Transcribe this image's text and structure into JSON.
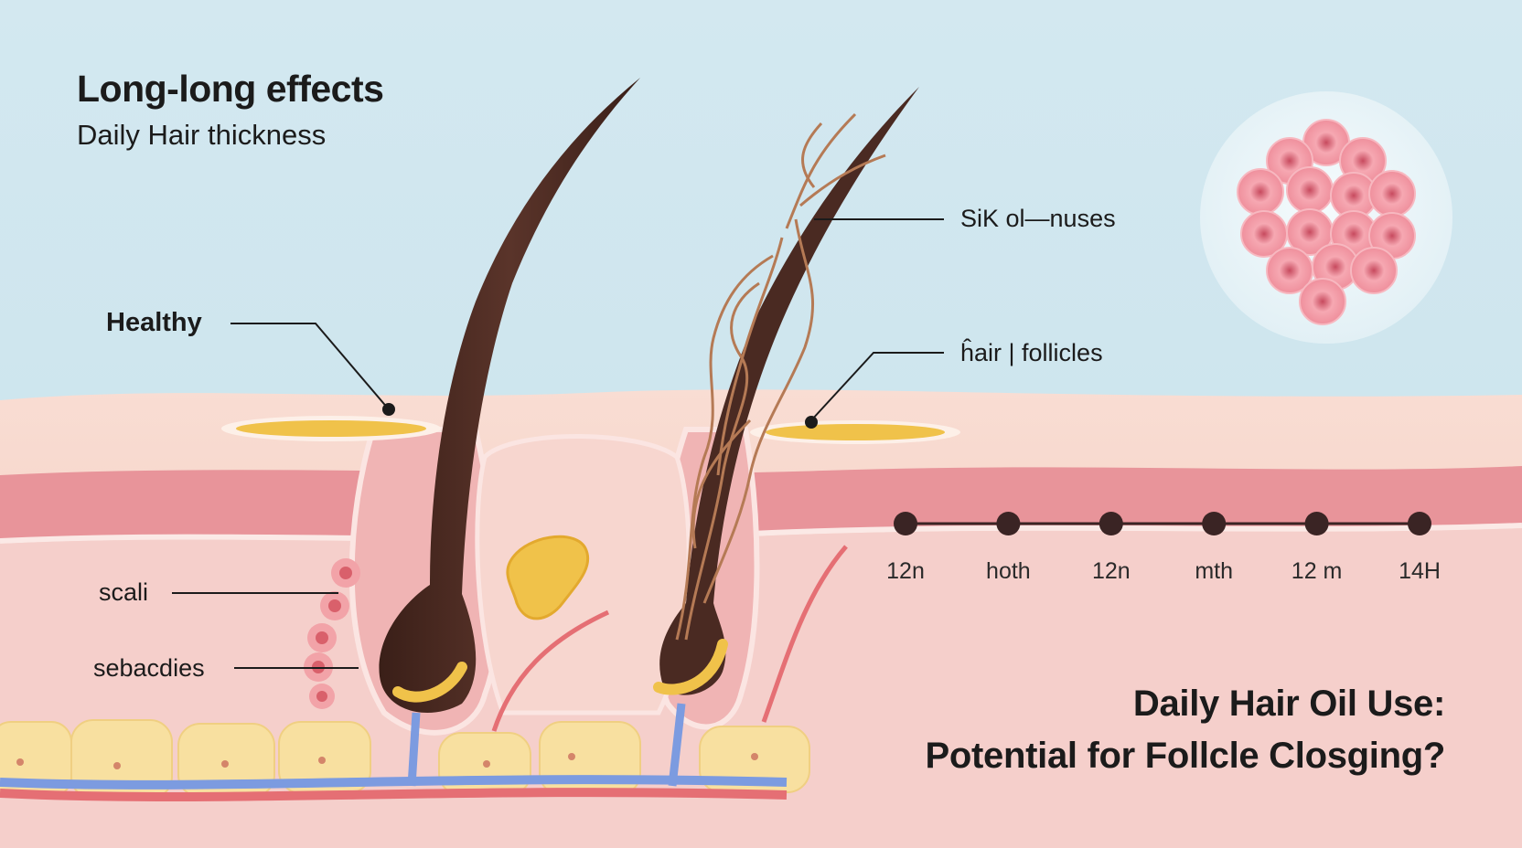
{
  "header": {
    "title": "Long-long effects",
    "subtitle": "Daily Hair thickness"
  },
  "labels": {
    "healthy": "Healthy",
    "silk_oil": "SiK ol—nuses",
    "hair_follicles": "ĥair | follicles",
    "scalp": "scali",
    "sebaceous": "sebacdies"
  },
  "timeline": {
    "ticks": [
      "12n",
      "hoth",
      "12n",
      "mth",
      "12 m",
      "14H"
    ]
  },
  "footer": {
    "heading_line1": "Daily Hair Oil Use:",
    "heading_line2": "Potential for Follcle Closging?"
  },
  "colors": {
    "sky": "#cfe6ee",
    "skin_top": "#f6d3c8",
    "skin_band": "#e8949a",
    "dermis": "#f5cfcb",
    "hair": "#4a2a22",
    "oil": "#f0c24a",
    "fat_cells": "#f8e0a0",
    "vessel_blue": "#7c9be0",
    "vessel_red": "#e56f74"
  }
}
